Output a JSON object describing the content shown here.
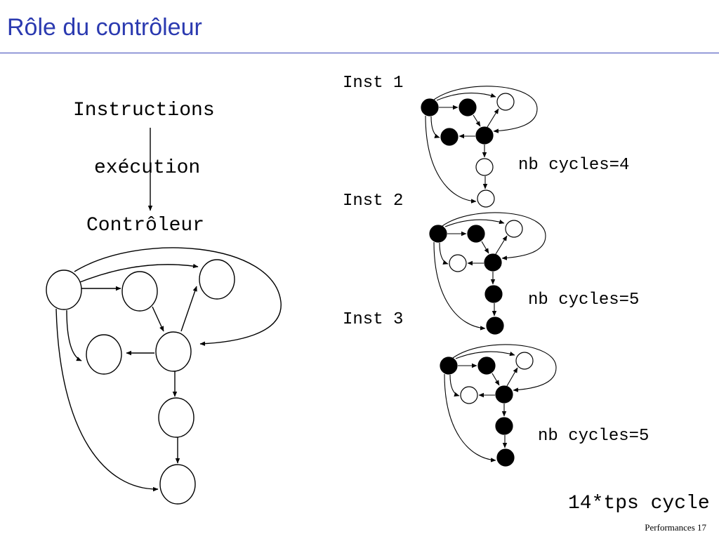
{
  "slide": {
    "title": "Rôle du contrôleur",
    "footer": "Performances 17"
  },
  "flow": {
    "step1": "Instructions",
    "step2": "exécution",
    "step3": "Contrôleur"
  },
  "instructions": [
    {
      "label": "Inst 1",
      "cycles": "nb cycles=4"
    },
    {
      "label": "Inst 2",
      "cycles": "nb cycles=5"
    },
    {
      "label": "Inst 3",
      "cycles": "nb cycles=5"
    }
  ],
  "total": "14*tps cycle"
}
